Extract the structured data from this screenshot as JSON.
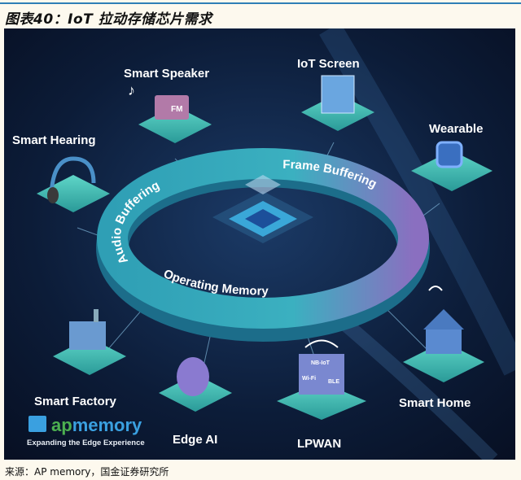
{
  "title": "图表40：IoT 拉动存储芯片需求",
  "source": "来源：AP memory，国金证券研究所",
  "diagram": {
    "ring": {
      "top_left": "Audio Buffering",
      "top_right": "Frame Buffering",
      "bottom": "Operating Memory"
    },
    "applications": [
      {
        "label": "Smart Speaker",
        "icon": "speaker-icon"
      },
      {
        "label": "IoT Screen",
        "icon": "screen-icon"
      },
      {
        "label": "Wearable",
        "icon": "watch-icon"
      },
      {
        "label": "Smart Hearing",
        "icon": "headphones-icon"
      },
      {
        "label": "Smart Factory",
        "icon": "factory-icon"
      },
      {
        "label": "Edge AI",
        "icon": "ai-head-icon"
      },
      {
        "label": "LPWAN",
        "icon": "wireless-cube-icon"
      },
      {
        "label": "Smart Home",
        "icon": "house-icon"
      }
    ],
    "speaker_badge": "FM",
    "lpwan_faces": [
      "NB-IoT",
      "Wi-Fi",
      "BLE"
    ],
    "logo": {
      "name_ap": "ap",
      "name_memory": "memory",
      "tagline": "Expanding the Edge Experience"
    },
    "colors": {
      "background": "#0b1a33",
      "tile": "#3fc0b8",
      "ring": "#3aa6b8",
      "ring_purple": "#8a6fc0"
    }
  }
}
